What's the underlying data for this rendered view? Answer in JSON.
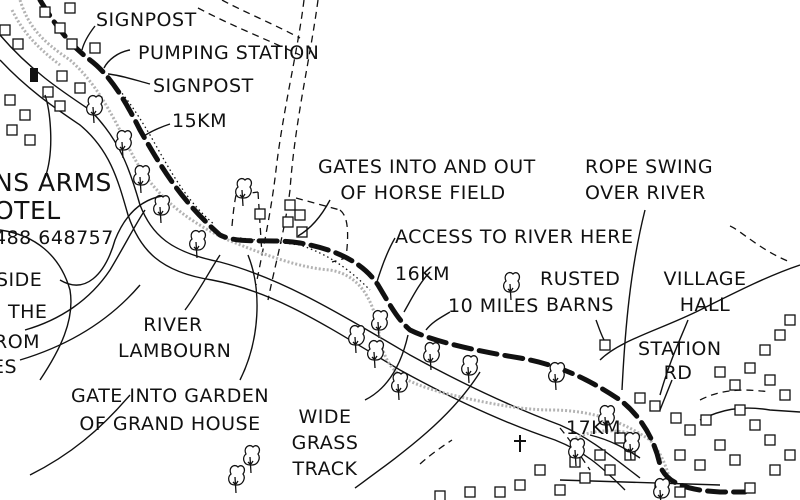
{
  "map": {
    "labels": {
      "signpost_1": "SIGNPOST",
      "pumping_station": "PUMPING STATION",
      "signpost_2": "SIGNPOST",
      "km_15": "15KM",
      "hotel_line1": "NS ARMS",
      "hotel_line2": "OTEL",
      "hotel_phone": "488 648757",
      "side_text_line1": "SIDE",
      "side_text_line2": "THE",
      "side_text_line3": "ROM",
      "side_text_line4": "ES",
      "gates_horse_line1": "GATES INTO AND OUT",
      "gates_horse_line2": "OF HORSE FIELD",
      "rope_swing_line1": "ROPE SWING",
      "rope_swing_line2": "OVER RIVER",
      "access_river": "ACCESS TO RIVER HERE",
      "km_16": "16KM",
      "miles_10": "10 MILES",
      "rusted_barns_line1": "RUSTED",
      "rusted_barns_line2": "BARNS",
      "village_hall_line1": "VILLAGE",
      "village_hall_line2": "HALL",
      "station_rd_line1": "STATION",
      "station_rd_line2": "RD",
      "river_lambourn_line1": "RIVER",
      "river_lambourn_line2": "LAMBOURN",
      "gate_garden_line1": "GATE INTO GARDEN",
      "gate_garden_line2": "OF GRAND HOUSE",
      "wide_track_line1": "WIDE",
      "wide_track_line2": "GRASS",
      "wide_track_line3": "TRACK",
      "km_17": "17KM"
    },
    "colors": {
      "ink": "#111111",
      "river": "#b3b3b3",
      "paper": "#ffffff"
    },
    "icons": {
      "tree": "tree-icon",
      "church": "church-cross-icon",
      "building": "building-icon"
    }
  }
}
